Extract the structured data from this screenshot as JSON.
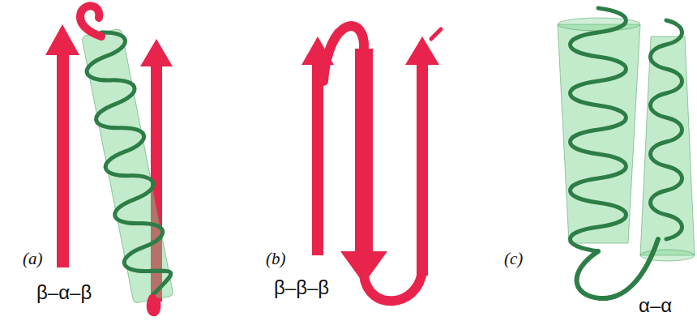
{
  "diagram": {
    "labels": [
      "(a)",
      "β–α–β",
      "(b)",
      "β–β–β",
      "(c)",
      "α–α"
    ]
  }
}
